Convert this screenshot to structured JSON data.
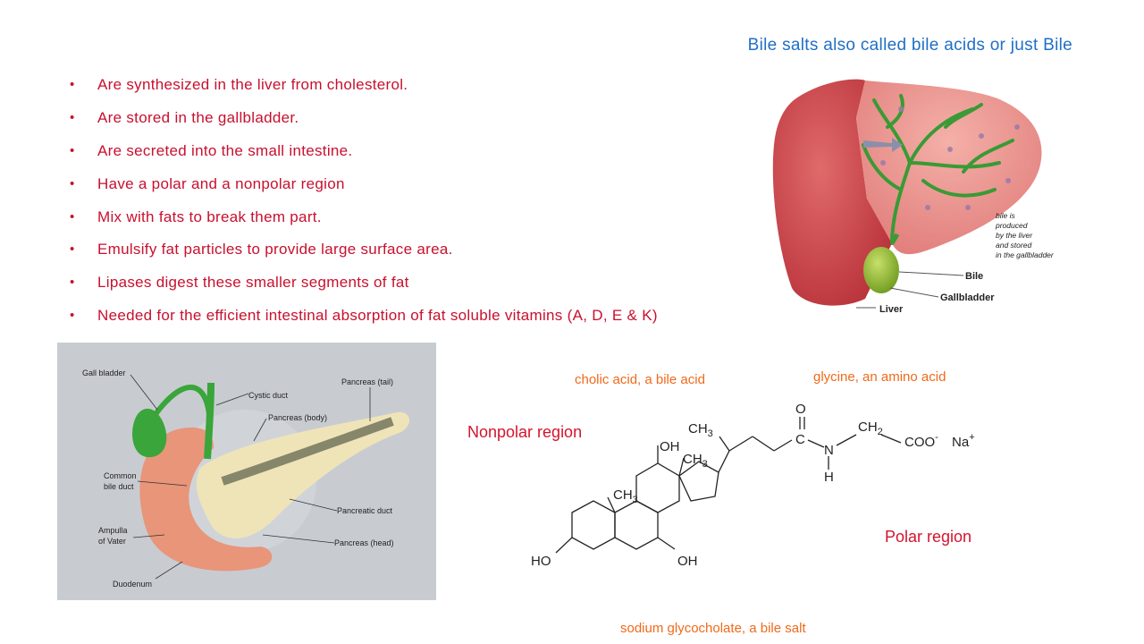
{
  "title": "Bile salts also called bile acids or just Bile",
  "bullets": [
    "Are synthesized in the liver from cholesterol.",
    "Are stored in the gallbladder.",
    "Are secreted into the small intestine.",
    "Have a polar and a nonpolar region",
    "Mix with fats to break them part.",
    "Emulsify fat particles to provide large surface area.",
    "Lipases digest these smaller segments of fat",
    "Needed for the efficient intestinal absorption of fat soluble vitamins (A, D, E & K)"
  ],
  "liver_image": {
    "note_lines": [
      "bile is",
      "produced",
      "by the liver",
      "and stored",
      "in the gallbladder"
    ],
    "bile_label": "Bile",
    "gallbladder_label": "Gallbladder",
    "liver_label": "Liver"
  },
  "pancreas_image": {
    "gall_bladder": "Gall bladder",
    "cystic_duct": "Cystic duct",
    "pancreas_tail": "Pancreas (tail)",
    "pancreas_body": "Pancreas (body)",
    "common_bile_duct_1": "Common",
    "common_bile_duct_2": "bile duct",
    "pancreatic_duct": "Pancreatic duct",
    "ampulla_1": "Ampulla",
    "ampulla_2": "of Vater",
    "pancreas_head": "Pancreas (head)",
    "duodenum": "Duodenum"
  },
  "structure": {
    "cholic_label": "cholic acid, a bile acid",
    "glycine_label": "glycine, an amino acid",
    "nonpolar_label": "Nonpolar region",
    "polar_label": "Polar region",
    "caption": "sodium glycocholate, a bile salt",
    "atoms": {
      "ch3_top": "CH",
      "ch3_sub": "3",
      "oh_top": "OH",
      "ch3_mid": "CH",
      "ch3_mid_sub": "3",
      "ch3_left": "CH",
      "ch3_left_sub": "3",
      "ho": "HO",
      "oh_bottom": "OH",
      "o": "O",
      "c": "C",
      "n": "N",
      "h": "H",
      "ch2": "CH",
      "ch2_sub": "2",
      "coo": "COO",
      "coo_sup": "-",
      "na": "Na",
      "na_sup": "+"
    }
  }
}
